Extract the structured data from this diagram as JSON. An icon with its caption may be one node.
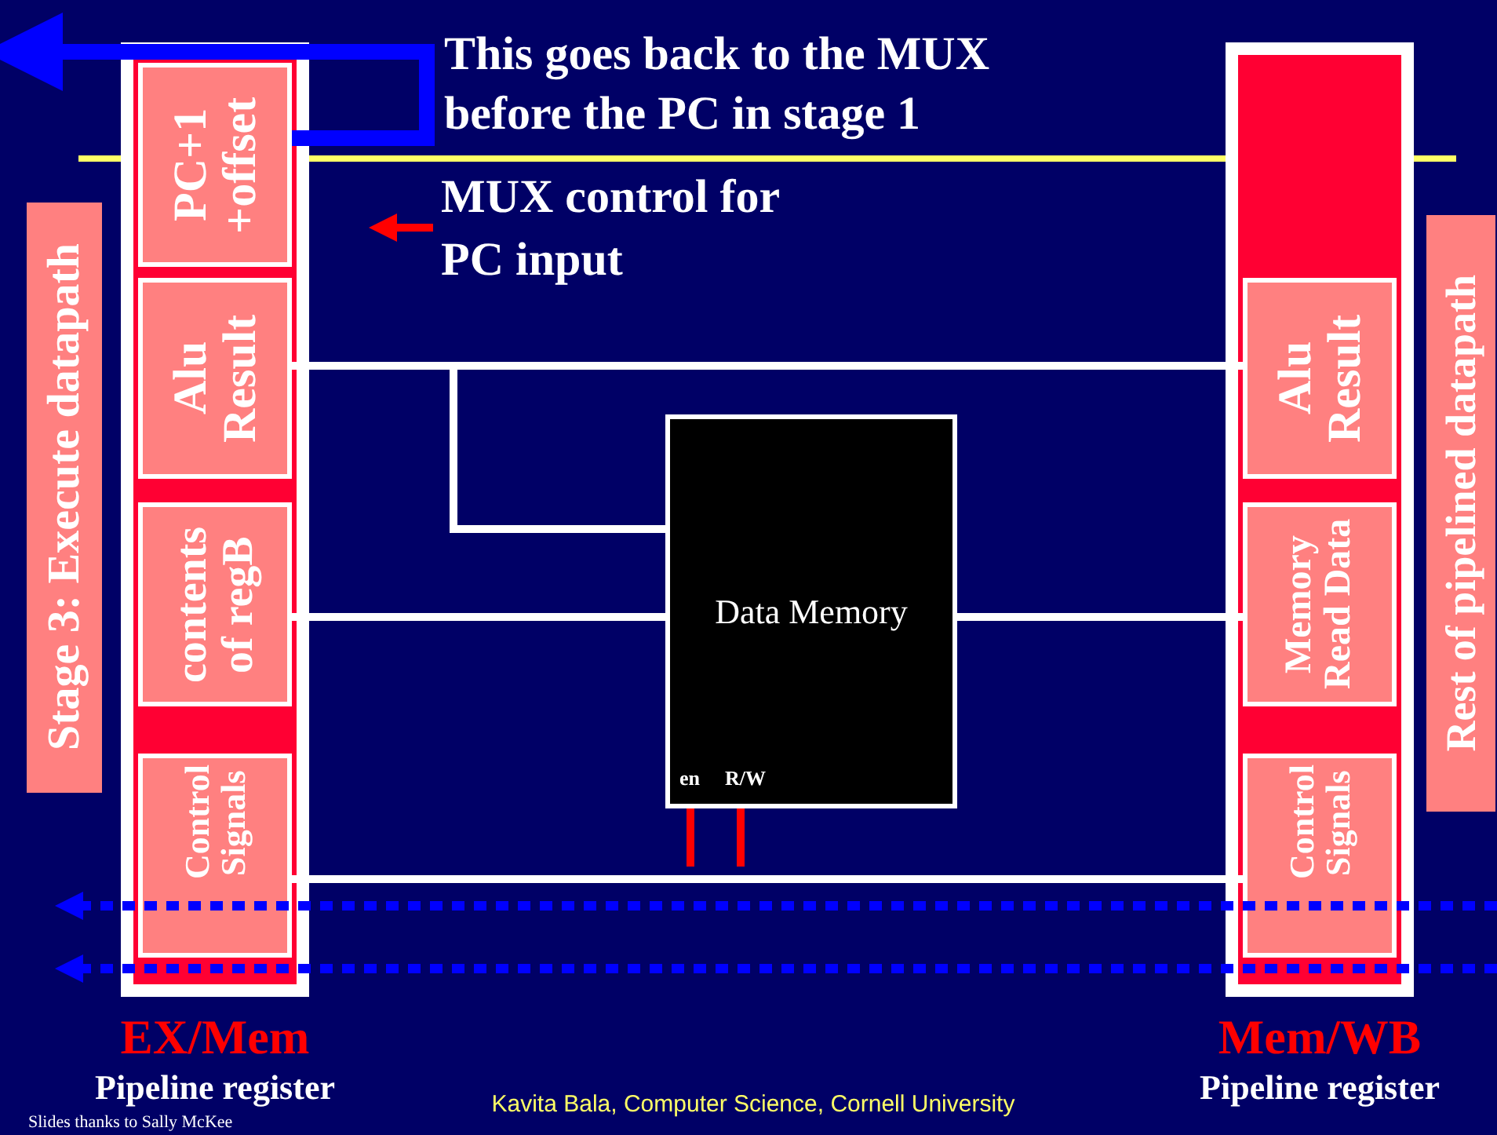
{
  "diagram": {
    "nodes": [
      {
        "text": [
          "EX/Mem",
          "Pipeline register"
        ]
      },
      {
        "text": [
          "PC+1 +offset"
        ],
        "in": 0
      },
      {
        "text": [
          "Alu Result"
        ],
        "in": 0
      },
      {
        "text": [
          "contents of regB"
        ],
        "in": 0
      },
      {
        "text": [
          "Control Signals"
        ],
        "in": 0
      },
      {
        "text": [
          "Data Memory"
        ]
      },
      {
        "text": [
          "Mem/WB",
          "Pipeline register"
        ]
      },
      {
        "text": [
          "Alu Result"
        ],
        "in": 6
      },
      {
        "text": [
          "Memory Read Data"
        ],
        "in": 6
      },
      {
        "text": [
          "Control Signals"
        ],
        "in": 6
      },
      {
        "text": [
          "Stage 3: Execute datapath"
        ]
      },
      {
        "text": [
          "Rest of pipelined datapath"
        ]
      }
    ],
    "edges": [
      {
        "from": 1,
        "to": null,
        "arrow": "to",
        "style": "thick",
        "color": "#0000ff"
      },
      {
        "from": 2,
        "to": 7,
        "arrow": "none"
      },
      {
        "from": 2,
        "to": 5,
        "arrow": "none"
      },
      {
        "from": 3,
        "to": 5,
        "arrow": "none"
      },
      {
        "from": 5,
        "to": 8,
        "arrow": "none"
      },
      {
        "from": 4,
        "to": 9,
        "arrow": "none"
      },
      {
        "from": null,
        "to": 5,
        "arrow": "none",
        "color": "#ff0000"
      },
      {
        "from": null,
        "to": 5,
        "arrow": "none",
        "color": "#ff0000"
      }
    ],
    "labels": [
      "This goes back to the MUX before the PC in stage 1",
      "MUX control for PC input",
      "en",
      "R/W",
      "Kavita Bala, Computer Science, Cornell University",
      "Slides thanks to Sally McKee"
    ]
  }
}
